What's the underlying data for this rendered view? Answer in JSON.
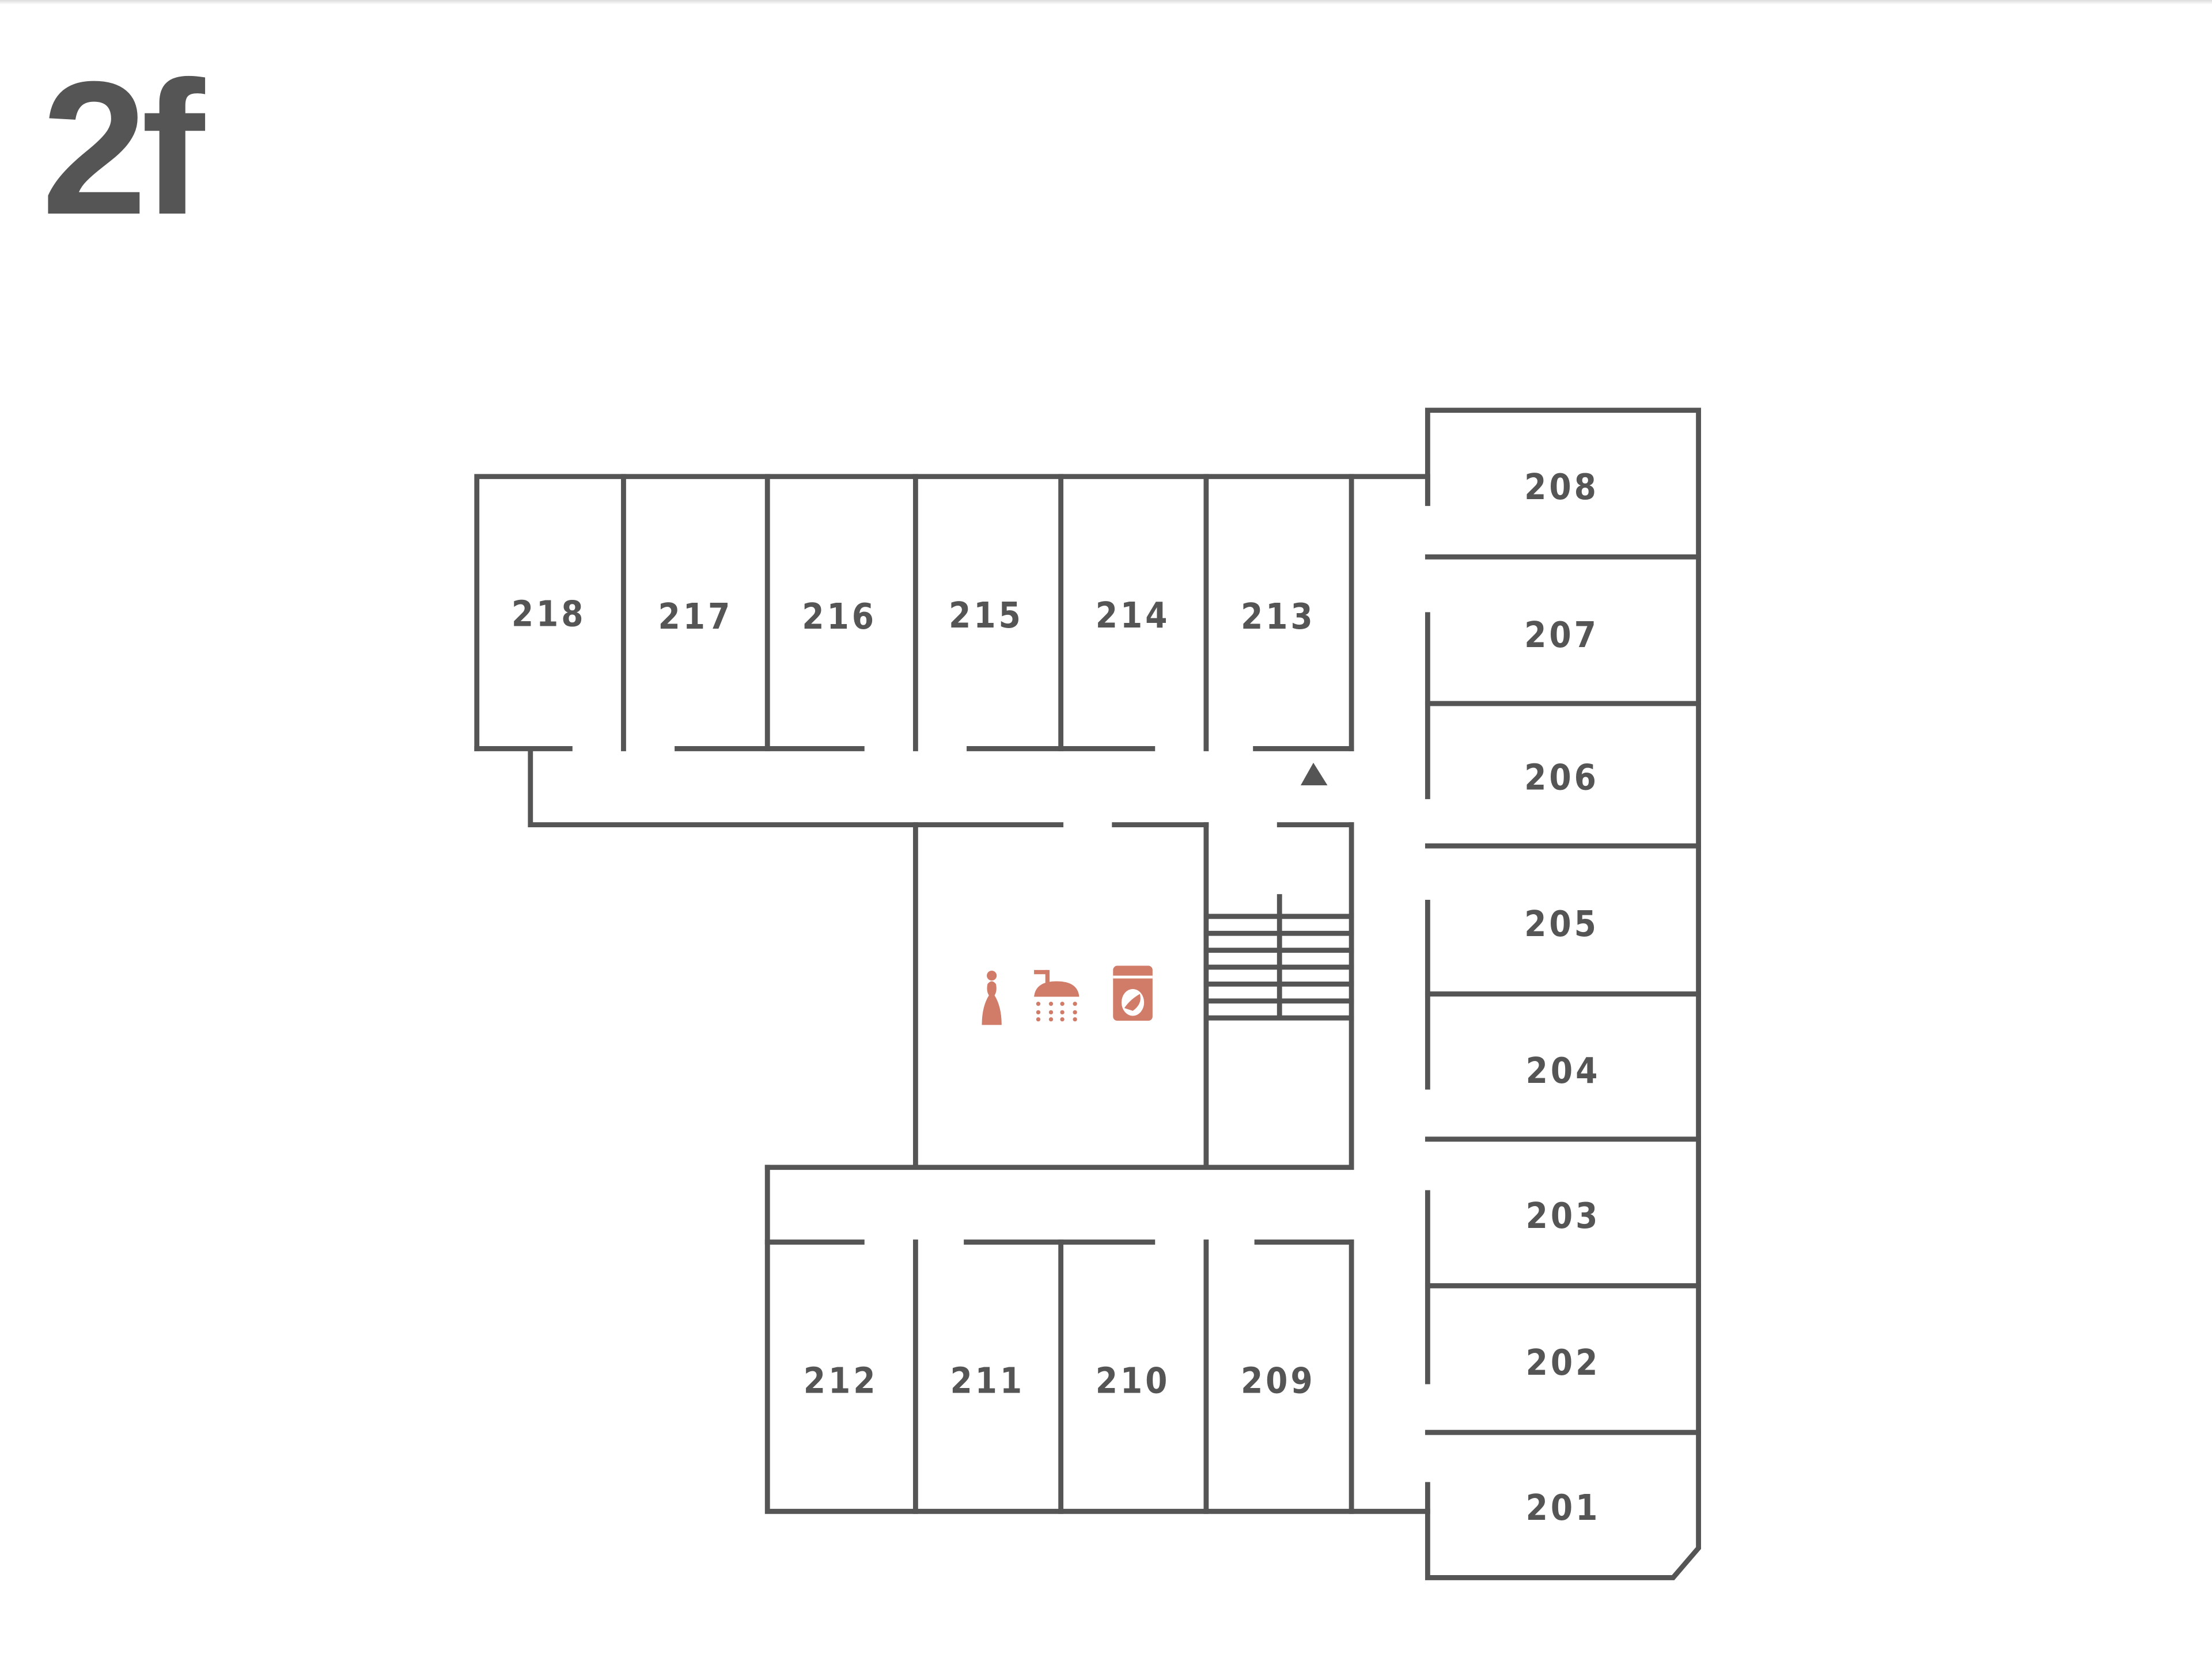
{
  "floor_title": "2f",
  "rooms": [
    "201",
    "202",
    "203",
    "204",
    "205",
    "206",
    "207",
    "208",
    "209",
    "210",
    "211",
    "212",
    "213",
    "214",
    "215",
    "216",
    "217",
    "218"
  ],
  "facilities": [
    {
      "name": "toilet",
      "icon": "toilet-figure-icon"
    },
    {
      "name": "shower",
      "icon": "shower-icon"
    },
    {
      "name": "laundry",
      "icon": "washing-machine-icon"
    }
  ],
  "markers": [
    {
      "name": "you-are-here",
      "icon": "triangle-up-icon"
    }
  ],
  "colors": {
    "walls": "#555555",
    "facility_icons": "#d17c69"
  }
}
